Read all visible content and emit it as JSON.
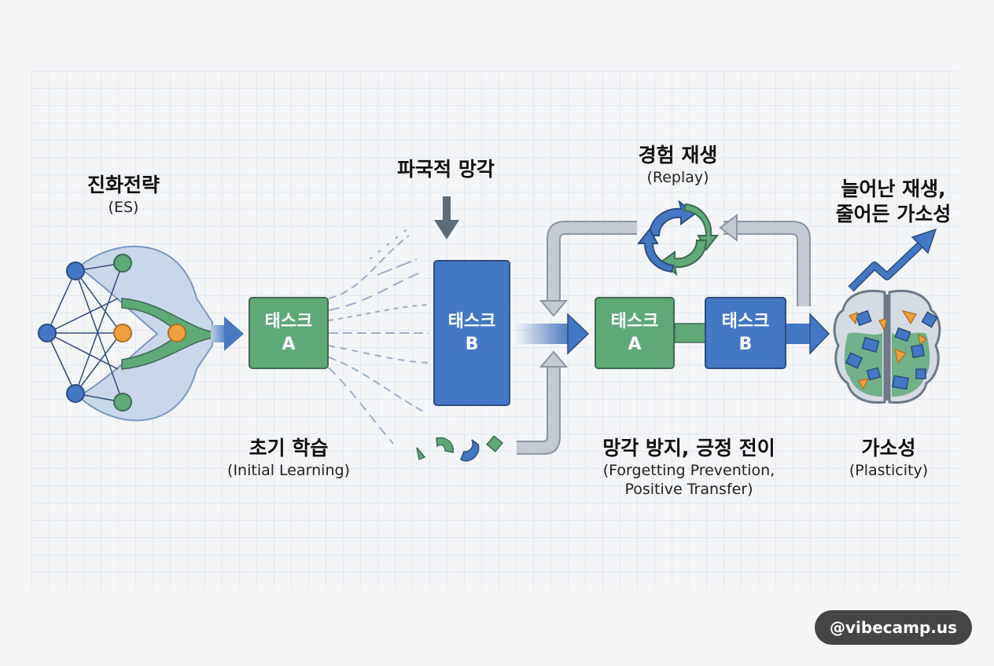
{
  "labels": {
    "es": {
      "title": "진화전략",
      "sub": "(ES)"
    },
    "catastrophic": {
      "title": "파국적 망각"
    },
    "replay": {
      "title": "경험 재생",
      "sub": "(Replay)"
    },
    "increased": {
      "line1": "늘어난 재생,",
      "line2": "줄어든 가소성"
    },
    "initial": {
      "title": "초기 학습",
      "sub": "(Initial Learning)"
    },
    "prevention": {
      "title": "망각 방지, 긍정 전이",
      "sub1": "(Forgetting Prevention,",
      "sub2": "Positive Transfer)"
    },
    "plasticity": {
      "title": "가소성",
      "sub": "(Plasticity)"
    }
  },
  "boxes": {
    "task_a1": {
      "line1": "태스크",
      "line2": "A"
    },
    "task_b1": {
      "line1": "태스크",
      "line2": "B"
    },
    "task_a2": {
      "line1": "태스크",
      "line2": "A"
    },
    "task_b2": {
      "line1": "태스크",
      "line2": "B"
    }
  },
  "watermark": "@vibecamp.us",
  "colors": {
    "green": "#5fa878",
    "blue": "#4477c4",
    "orange": "#f0a040",
    "gray_arrow": "#b9c0c8"
  }
}
